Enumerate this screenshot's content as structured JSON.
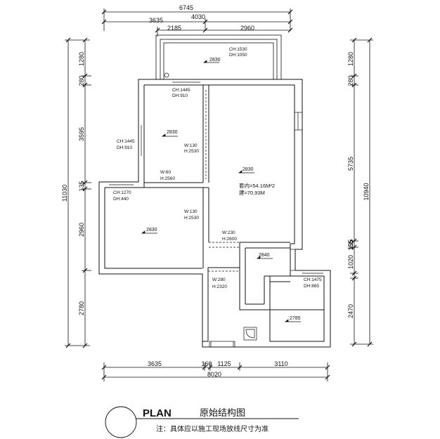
{
  "top_dims": {
    "overall": "6745",
    "row2_left": "3635",
    "row2_right": "4030",
    "row3_left": "2185",
    "row3_right": "2960"
  },
  "bottom_dims": {
    "seg1": "3635",
    "seg2": "160",
    "seg3": "1125",
    "seg4": "3110",
    "total": "8020"
  },
  "left_dims": {
    "total": "11030",
    "s1": "1280",
    "s2": "280",
    "s3": "3595",
    "s4": "135",
    "s5": "2960",
    "s6": "2780"
  },
  "right_dims": {
    "total": "10940",
    "s1": "1280",
    "s2": "280",
    "s3": "5735",
    "s4": "135",
    "s5": "1020",
    "s6": "155",
    "s7": "2470"
  },
  "ceiling_heights": {
    "balcony": "2830",
    "bedroom_top": "2830",
    "living": "2830",
    "bedroom_left": "2830",
    "kitchen": "2840",
    "bathroom": "2785"
  },
  "openings": {
    "balcony_window_ch": "CH:1530",
    "balcony_window_dh": "DH:1050",
    "bed_top_window_ch": "CH:1445",
    "bed_top_window_dh": "DH:910",
    "bed_side_window_ch": "CH:1445",
    "bed_side_window_dh": "DH:910",
    "door_top_w": "W:130",
    "door_top_h": "H:2530",
    "door_small_w": "W:60",
    "door_small_h": "H:2560",
    "bed_left_window_ch": "CH:1270",
    "bed_left_window_dh": "DH:440",
    "door_left_w": "W:130",
    "door_left_h": "H:2530",
    "passage_w": "W:230",
    "passage_h": "H:2600",
    "entry_w": "W:280",
    "entry_h": "H:2320",
    "bath_window_ch": "CH:1475",
    "bath_window_dh": "DH:865"
  },
  "area": {
    "line1": "套内=54.16M²2",
    "line2": "建=70.93M"
  },
  "footer": {
    "title_en": "PLAN",
    "title_cn": "原始结构图",
    "note": "注：具体应以施工现场放线尺寸为准"
  }
}
